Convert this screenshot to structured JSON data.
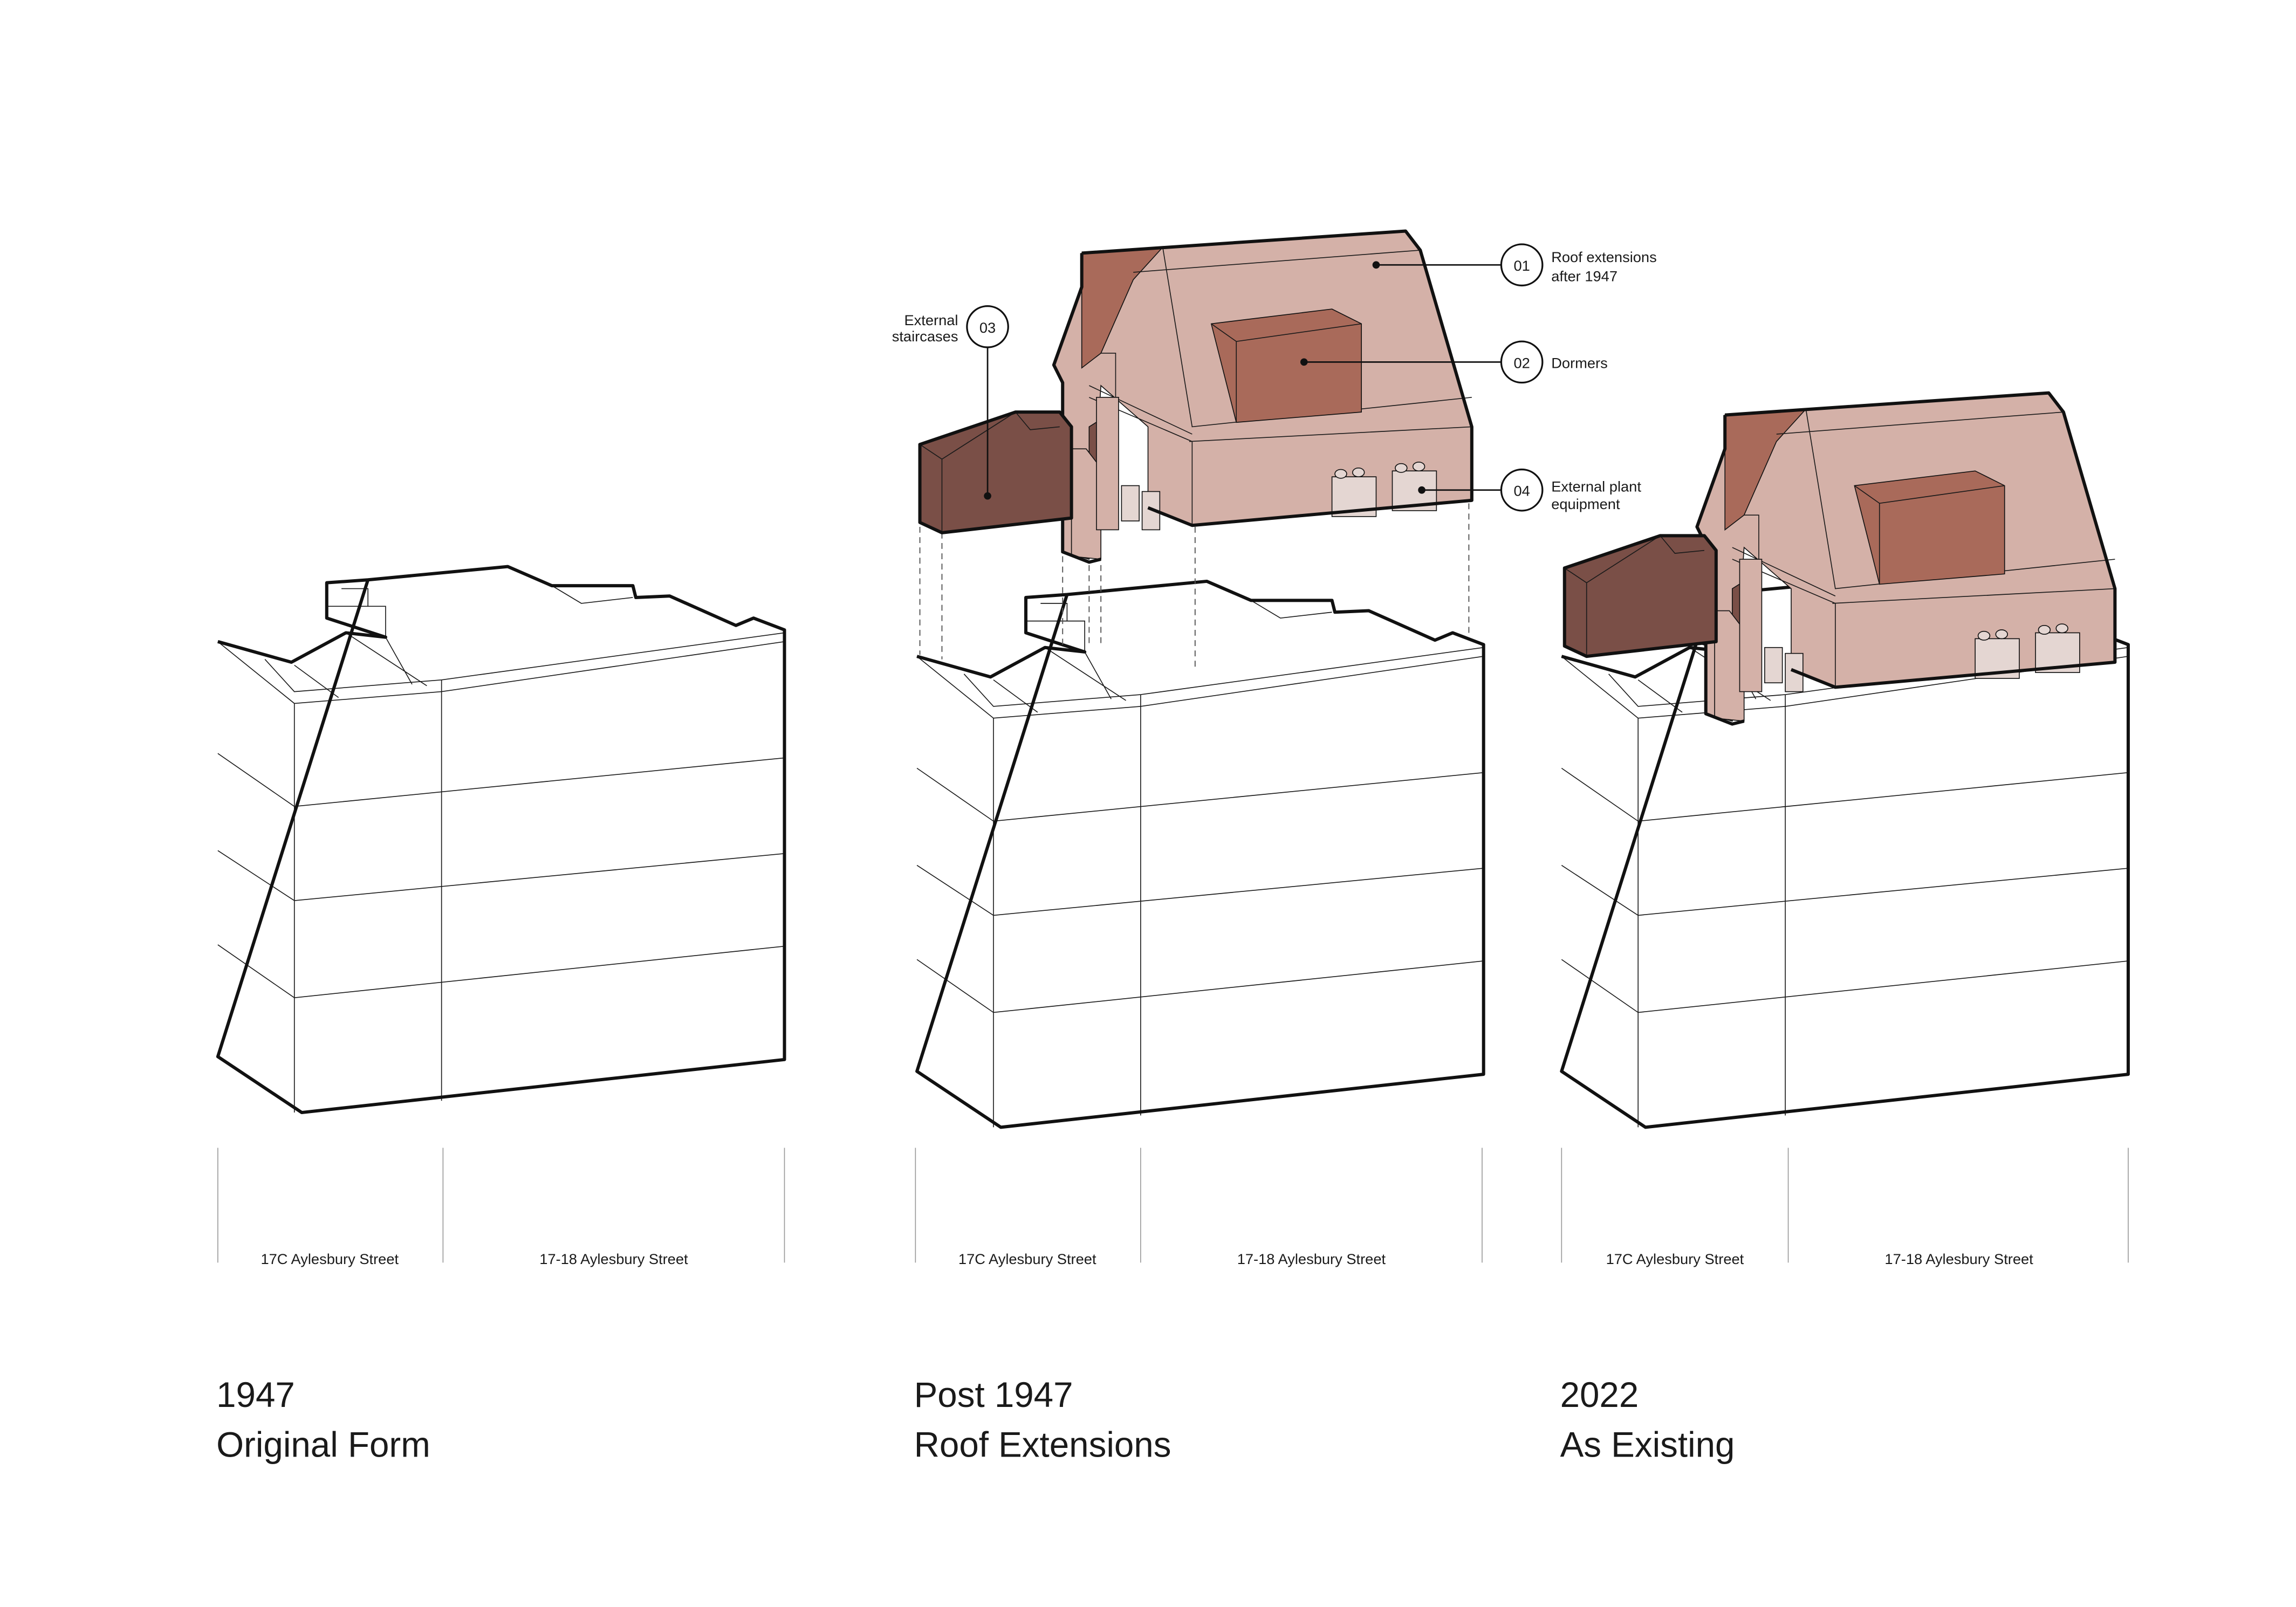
{
  "stages": [
    {
      "year": "1947",
      "title": "Original Form",
      "labels": [
        "17C Aylesbury Street",
        "17-18 Aylesbury Street"
      ]
    },
    {
      "year": "Post 1947",
      "title": "Roof Extensions",
      "labels": [
        "17C Aylesbury Street",
        "17-18 Aylesbury Street"
      ]
    },
    {
      "year": "2022",
      "title": "As Existing",
      "labels": [
        "17C Aylesbury Street",
        "17-18 Aylesbury Street"
      ]
    }
  ],
  "callouts": [
    {
      "number": "01",
      "line1": "Roof extensions",
      "line2": "after 1947"
    },
    {
      "number": "02",
      "line1": "Dormers",
      "line2": ""
    },
    {
      "number": "03",
      "line1": "External",
      "line2": "staircases"
    },
    {
      "number": "04",
      "line1": "External plant",
      "line2": "equipment"
    }
  ],
  "colors": {
    "extension": "#d4b1a8",
    "dormer": "#a96a5a",
    "staircase": "#7a4f47",
    "plant": "#e4d6d2"
  }
}
